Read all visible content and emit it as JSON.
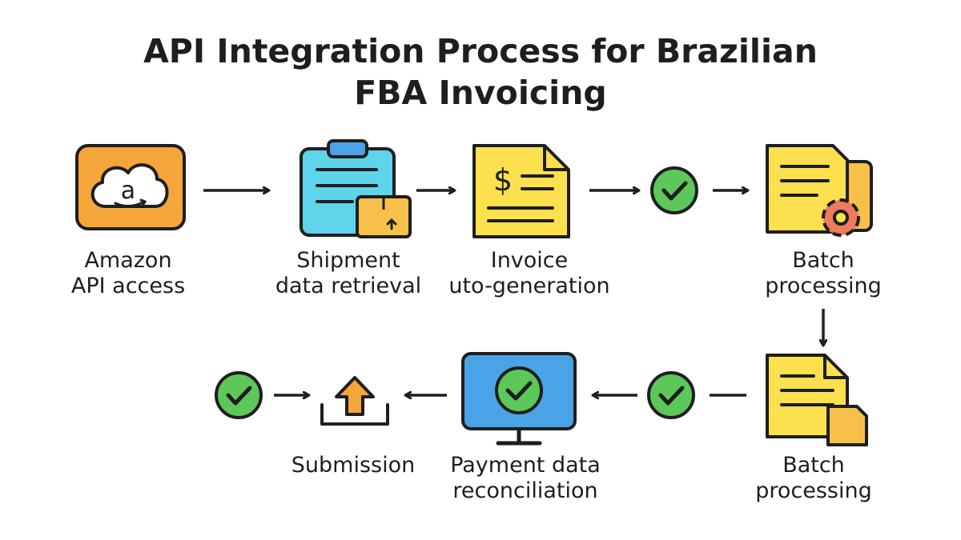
{
  "title": {
    "line1": "API Integration Process for Brazilian",
    "line2": "FBA Invoicing"
  },
  "steps": [
    {
      "id": "amazon-api-access",
      "icon": "amazon-cloud-icon",
      "line1": "Amazon",
      "line2": "API access"
    },
    {
      "id": "shipment-data-retrieval",
      "icon": "clipboard-package-icon",
      "line1": "Shipment",
      "line2": "data retrieval"
    },
    {
      "id": "invoice-auto-generation",
      "icon": "invoice-dollar-icon",
      "line1": "Invoice",
      "line2": "uto-generation"
    },
    {
      "id": "batch-processing-1",
      "icon": "documents-gear-icon",
      "line1": "Batch",
      "line2": "processing"
    },
    {
      "id": "batch-processing-2",
      "icon": "documents-icon",
      "line1": "Batch",
      "line2": "processing"
    },
    {
      "id": "payment-data-reconciliation",
      "icon": "monitor-check-icon",
      "line1": "Payment data",
      "line2": "reconciliation"
    },
    {
      "id": "submission",
      "icon": "upload-icon",
      "line1": "Submission",
      "line2": ""
    }
  ],
  "amazon_glyph": "a",
  "dollar_glyph": "$",
  "colors": {
    "orange": "#F5A63A",
    "cyan": "#5ED3EA",
    "yellow": "#FCE04E",
    "gold": "#F7C04A",
    "blue": "#4AA3E6",
    "green": "#5CC85A",
    "coral": "#EE7B5E",
    "stroke": "#1e1e1e"
  }
}
